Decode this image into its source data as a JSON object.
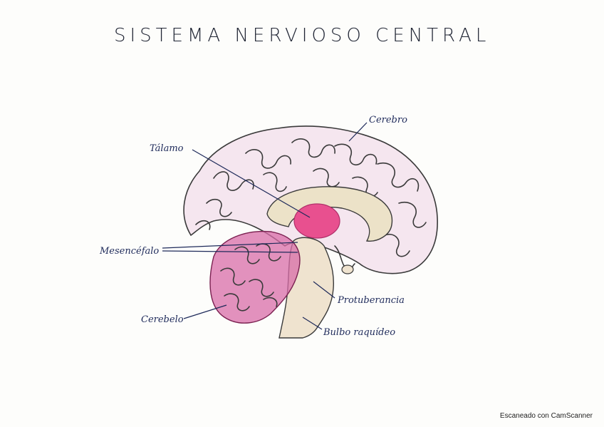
{
  "title": "SISTEMA NERVIOSO CENTRAL",
  "labels": {
    "cerebro": "Cerebro",
    "talamo": "Tálamo",
    "mesencefalo": "Mesencéfalo",
    "cerebelo": "Cerebelo",
    "protuberancia": "Protuberancia",
    "bulbo": "Bulbo raquídeo"
  },
  "watermark": "Escaneado con CamScanner",
  "colors": {
    "cerebrum": "#f5e6ef",
    "thalamus": "#e8508f",
    "cerebellum": "#d86ca8",
    "brainstem": "#efe3cf",
    "corpus_callosum": "#ece2c8",
    "ink": "#1e2a5a"
  }
}
